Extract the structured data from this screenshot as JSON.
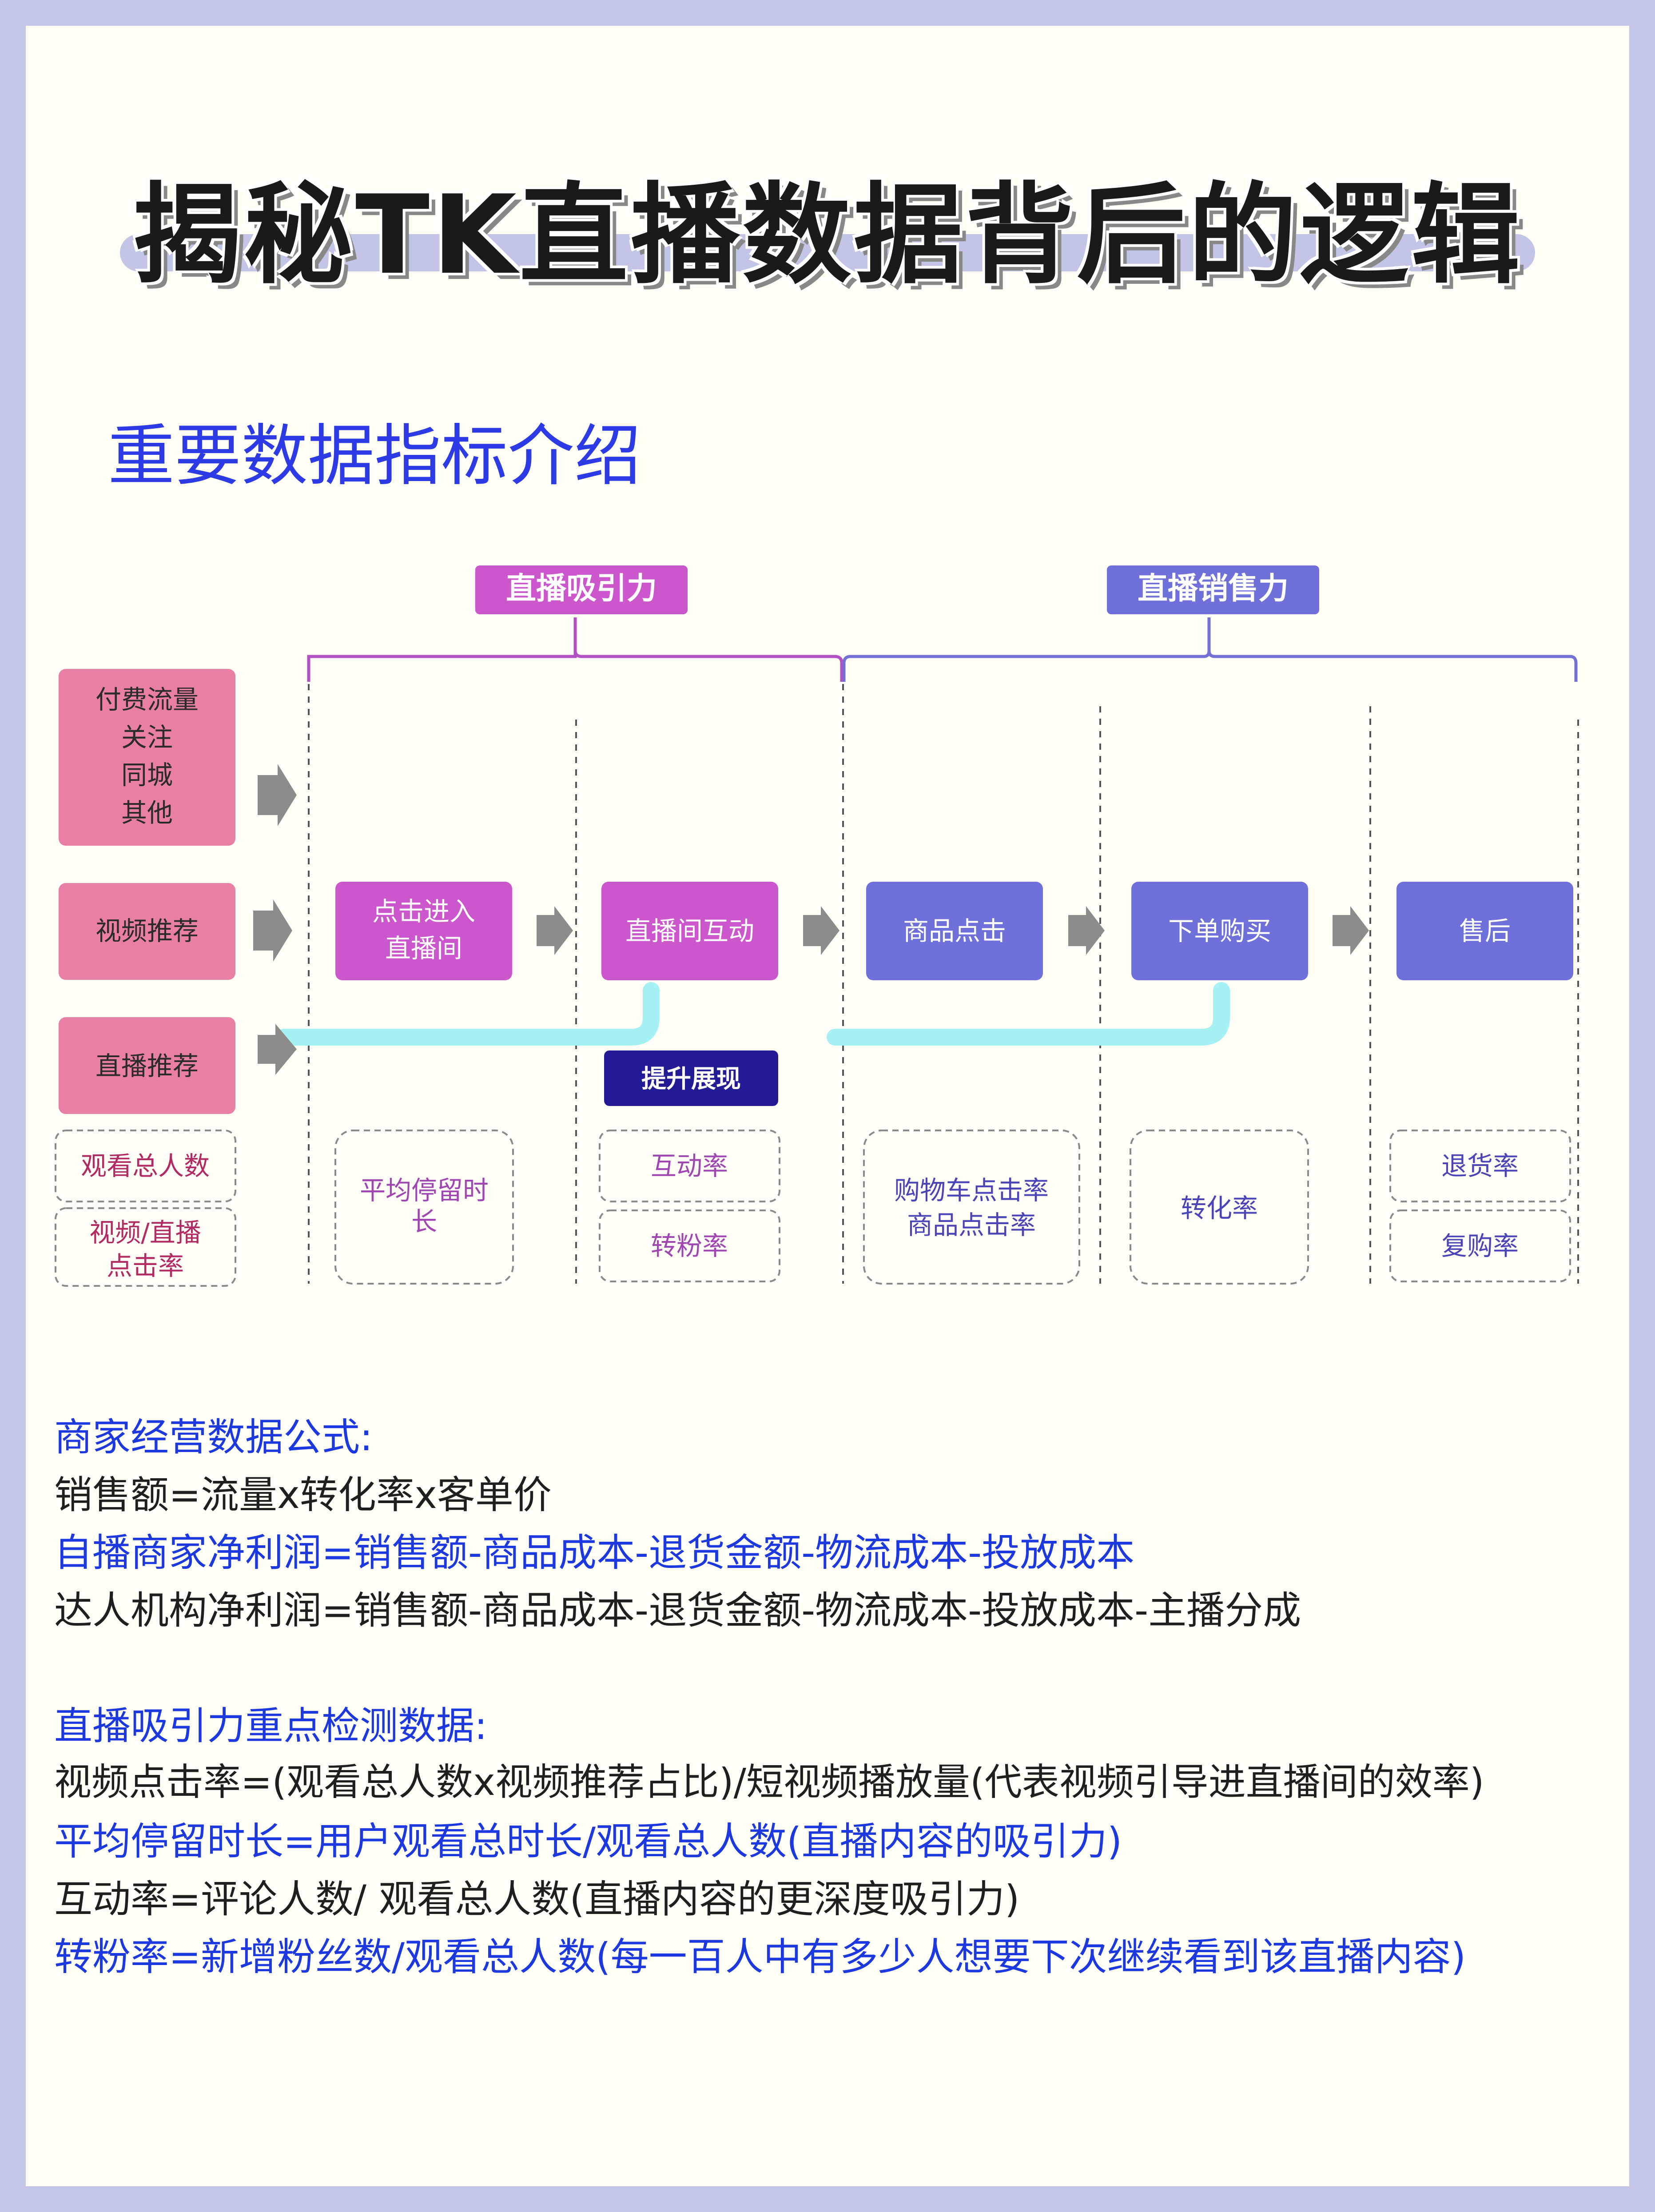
{
  "title": "揭秘TK直播数据背后的逻辑",
  "section_heading": "重要数据指标介绍",
  "colors": {
    "magenta": "#cc56cc",
    "pink": "#e97fa5",
    "indigo": "#7070da",
    "navy": "#231a96",
    "cyan": "#a6f1f4",
    "blue_text": "#1c38e0"
  },
  "diagram": {
    "group_attraction": "直播吸引力",
    "group_sales": "直播销售力",
    "sources": {
      "paid_lines": [
        "付费流量",
        "关注",
        "同城",
        "其他"
      ],
      "video_rec": "视频推荐",
      "live_rec": "直播推荐"
    },
    "steps": {
      "click_enter": [
        "点击进入",
        "直播间"
      ],
      "interact": "直播间互动",
      "product_click": "商品点击",
      "order": "下单购买",
      "after_sale": "售后"
    },
    "boost": "提升展现",
    "metrics": {
      "total_viewers": "观看总人数",
      "click_rate": [
        "视频/直播",
        "点击率"
      ],
      "avg_stay": [
        "平均停留时",
        "长"
      ],
      "interact_rate": "互动率",
      "follow_rate": "转粉率",
      "cart_click": [
        "购物车点击率",
        "商品点击率"
      ],
      "conversion": "转化率",
      "return_rate": "退货率",
      "repurchase": "复购率"
    }
  },
  "formulas": {
    "merchant_title": "商家经营数据公式:",
    "sales": "销售额=流量x转化率x客单价",
    "self_profit": "自播商家净利润=销售额-商品成本-退货金额-物流成本-投放成本",
    "agency_profit": "达人机构净利润=销售额-商品成本-退货金额-物流成本-投放成本-主播分成",
    "attraction_title": "直播吸引力重点检测数据:",
    "video_click": "视频点击率=(观看总人数x视频推荐占比)/短视频播放量(代表视频引导进直播间的效率)",
    "avg_stay": "平均停留时长=用户观看总时长/观看总人数(直播内容的吸引力)",
    "interact": "互动率=评论人数/ 观看总人数(直播内容的更深度吸引力)",
    "follow": "转粉率=新增粉丝数/观看总人数(每一百人中有多少人想要下次继续看到该直播内容)"
  }
}
